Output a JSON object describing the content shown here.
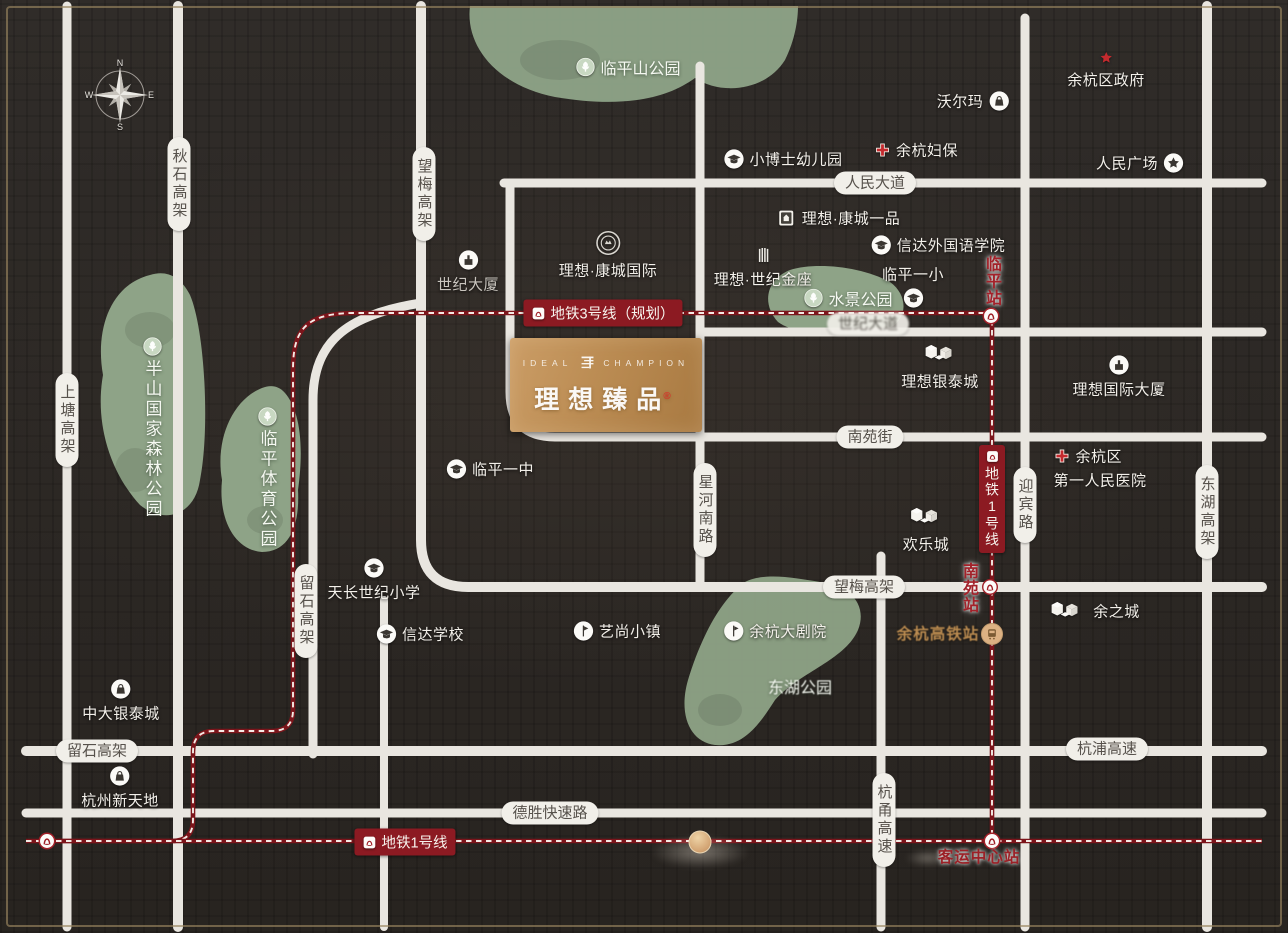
{
  "compass": {
    "n": "N",
    "e": "E",
    "s": "S",
    "w": "W"
  },
  "brand": {
    "en_left": "IDEAL",
    "en_right": "CHAMPION",
    "cn": "理想臻品",
    "mark": "®"
  },
  "roads": {
    "qiushi": "秋石高架",
    "wangmei_v": "望梅高架",
    "shangtang": "上塘高架",
    "liushi_v": "留石高架",
    "renmin": "人民大道",
    "shiji": "世纪大道",
    "nanyuanjie": "南苑街",
    "wangmei_h": "望梅高架",
    "xinghe": "星河南路",
    "yingbin": "迎宾路",
    "donghu_viaduct": "东湖高架",
    "liushi_h": "留石高架",
    "hangpu": "杭浦高速",
    "desheng": "德胜快速路",
    "hangyong": "杭甬高速"
  },
  "metro": {
    "line3_badge": "地铁3号线（规划）",
    "line1_badge_v": "地铁1号线",
    "line1_badge_h": "地铁1号线",
    "st_linping": "临平站",
    "st_nanyuan": "南苑站",
    "st_hsr": "余杭高铁站",
    "st_keyun": "客运中心站"
  },
  "parks": {
    "linpingshan": "临平山公园",
    "banshan": "半山国家森林公园",
    "tiyu": "临平体育公园",
    "shuijing": "水景公园",
    "donghu": "东湖公园"
  },
  "pois": {
    "gov": "余杭区政府",
    "walmart": "沃尔玛",
    "fubao": "余杭妇保",
    "square": "人民广场",
    "xiaoboshi": "小博士幼儿园",
    "kc_yipin": "理想·康城一品",
    "xinda_fl": "信达外国语学院",
    "kc_intl": "理想·康城国际",
    "sj_tower": "世纪大厦",
    "sj_jinzuo": "理想·世纪金座",
    "lp_primary": "临平一小",
    "yintai": "理想银泰城",
    "lx_intl": "理想国际大厦",
    "hosp1": "余杭区",
    "hosp2": "第一人民医院",
    "lp_middle": "临平一中",
    "huanle": "欢乐城",
    "tianchang": "天长世纪小学",
    "xinda_sch": "信达学校",
    "yishang": "艺尚小镇",
    "theater": "余杭大剧院",
    "yuzhicheng": "余之城",
    "zhongda": "中大银泰城",
    "xintiandi": "杭州新天地"
  },
  "colors": {
    "metro_red": "#8c1a22",
    "road": "#e9e6e0",
    "park_green": "#8ea387",
    "gold": "#bb8c53",
    "accent_red": "#c42a2e"
  }
}
